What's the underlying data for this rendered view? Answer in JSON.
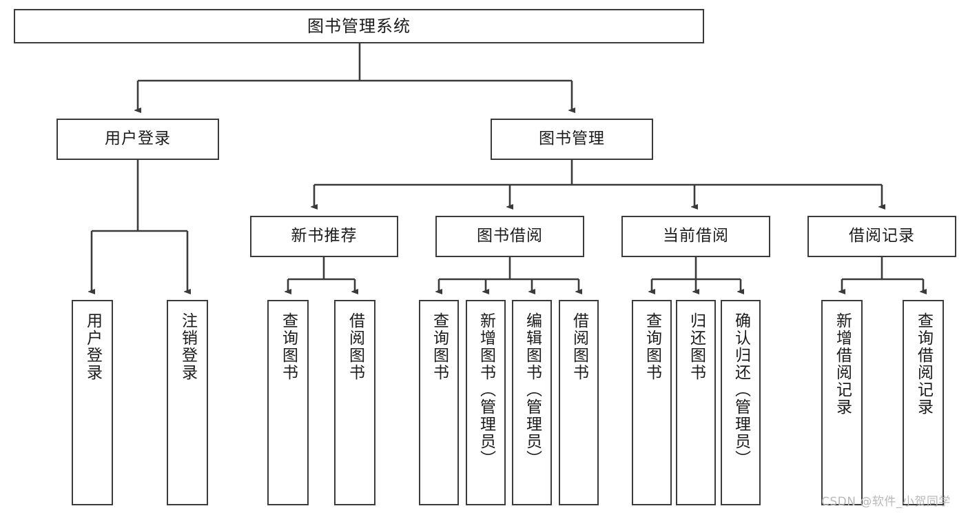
{
  "diagram": {
    "title": "图书管理系统",
    "type": "tree-hierarchy",
    "watermark": "CSDN @软件_小贺同学",
    "colors": {
      "box_border": "#3a3a3a",
      "box_fill": "#ffffff",
      "edge": "#3a3a3a",
      "text": "#1b1b1b",
      "watermark": "#b9b9b9",
      "canvas": "#ffffff"
    },
    "nodes": {
      "root": {
        "label": "图书管理系统"
      },
      "level2": [
        {
          "id": "user-login",
          "label": "用户登录"
        },
        {
          "id": "book-management",
          "label": "图书管理"
        }
      ],
      "level3": [
        {
          "id": "new-book-recommend",
          "label": "新书推荐"
        },
        {
          "id": "book-borrow",
          "label": "图书借阅"
        },
        {
          "id": "current-borrow",
          "label": "当前借阅"
        },
        {
          "id": "borrow-record",
          "label": "借阅记录"
        }
      ],
      "leaves": {
        "user_login": [
          {
            "id": "leaf-user-login",
            "label": "用户登录"
          },
          {
            "id": "leaf-logout-login",
            "label": "注销登录"
          }
        ],
        "new_book_recommend": [
          {
            "id": "leaf-query-book-1",
            "label": "查询图书"
          },
          {
            "id": "leaf-borrow-book-1",
            "label": "借阅图书"
          }
        ],
        "book_borrow": [
          {
            "id": "leaf-query-book-2",
            "label": "查询图书"
          },
          {
            "id": "leaf-add-book-admin",
            "label": "新增图书（管理员）"
          },
          {
            "id": "leaf-edit-book-admin",
            "label": "编辑图书（管理员）"
          },
          {
            "id": "leaf-borrow-book-2",
            "label": "借阅图书"
          }
        ],
        "current_borrow": [
          {
            "id": "leaf-query-book-3",
            "label": "查询图书"
          },
          {
            "id": "leaf-return-book",
            "label": "归还图书"
          },
          {
            "id": "leaf-confirm-return-admin",
            "label": "确认归还（管理员）"
          }
        ],
        "borrow_record": [
          {
            "id": "leaf-add-borrow-record",
            "label": "新增借阅记录"
          },
          {
            "id": "leaf-query-borrow-record",
            "label": "查询借阅记录"
          }
        ]
      }
    }
  }
}
